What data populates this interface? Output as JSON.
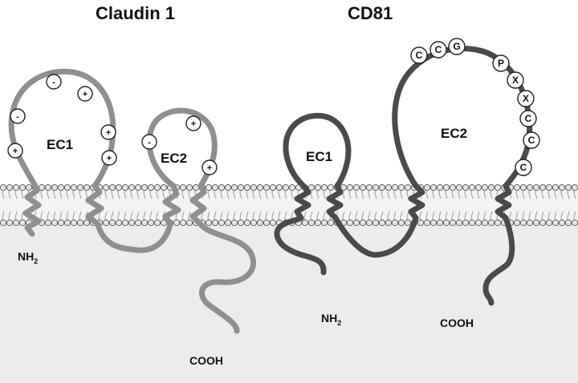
{
  "titles": {
    "left": "Claudin 1",
    "right": "CD81"
  },
  "claudin": {
    "ec1": "EC1",
    "ec2": "EC2",
    "nterm": "NH",
    "nterm_sub": "2",
    "cterm": "COOH",
    "ec1_charges": [
      "+",
      "-",
      "+",
      "-",
      "+",
      "+",
      "+",
      "-"
    ],
    "ec2_charges": [
      "-",
      "+",
      "+"
    ]
  },
  "cd81": {
    "ec1": "EC1",
    "ec2": "EC2",
    "nterm": "NH",
    "nterm_sub": "2",
    "cterm": "COOH",
    "ec2_residues": [
      "C",
      "C",
      "G",
      "P",
      "X",
      "X",
      "C",
      "C",
      "C"
    ]
  },
  "colors": {
    "claudin_chain": "#8f8f8f",
    "cd81_chain": "#4a4a4a",
    "membrane_head": "#e6e6e6",
    "membrane_tail": "#9a9a9a",
    "cytoplasm": "#ececec"
  }
}
